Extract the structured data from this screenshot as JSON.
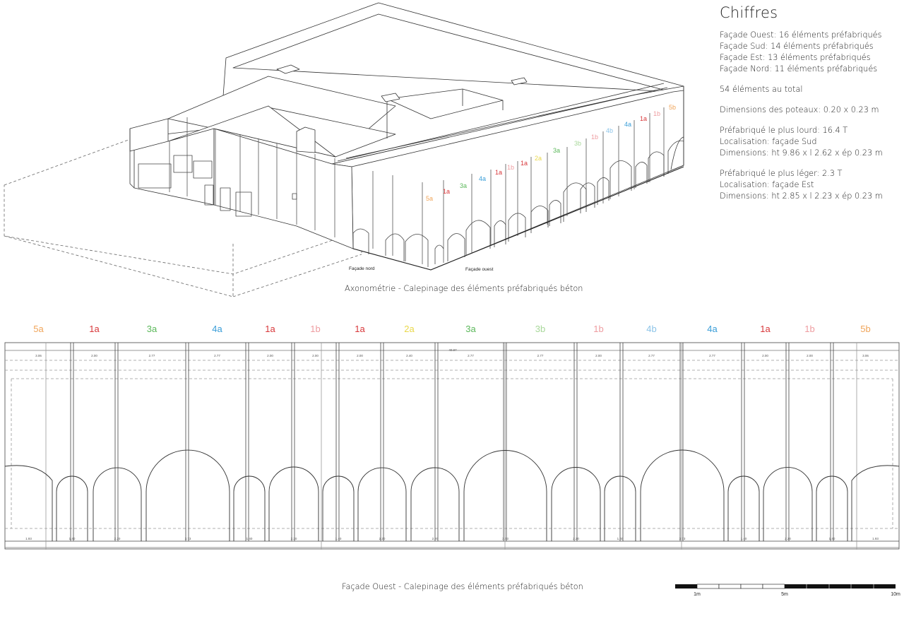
{
  "stats": {
    "title": "Chiffres",
    "groups": [
      [
        "Façade Ouest: 16 éléments préfabriqués",
        "Façade Sud: 14 éléments préfabriqués",
        "Façade Est: 13 éléments préfabriqués",
        "Façade Nord: 11 éléments préfabriqués"
      ],
      [
        "54 éléments au total"
      ],
      [
        "Dimensions des poteaux: 0.20 x 0.23 m"
      ],
      [
        "Préfabriqué le plus lourd: 16.4 T",
        "Localisation: façade Sud",
        "Dimensions: ht 9.86 x l 2.62 x ép 0.23 m"
      ],
      [
        "Préfabriqué le plus léger: 2.3 T",
        "Localisation: façade Est",
        "Dimensions: ht 2.85 x l 2.23 x ép 0.23 m"
      ]
    ]
  },
  "axonometry": {
    "caption": "Axonométrie - Calepinage des éléments préfabriqués béton",
    "label_facade_nord": "Façade nord",
    "label_facade_ouest": "Façade ouest",
    "element_labels": [
      "5a",
      "1a",
      "3a",
      "4a",
      "1a",
      "1b",
      "1a",
      "2a",
      "3a",
      "3b",
      "1b",
      "4b",
      "4a",
      "1a",
      "1b",
      "5b"
    ]
  },
  "facade": {
    "caption": "Façade Ouest - Calepinage des éléments préfabriqués béton",
    "element_labels": [
      "5a",
      "1a",
      "3a",
      "4a",
      "1a",
      "1b",
      "1a",
      "2a",
      "3a",
      "3b",
      "1b",
      "4b",
      "4a",
      "1a",
      "1b",
      "5b"
    ],
    "top_dimensions": [
      "3.06",
      "2.00",
      "2.77",
      "2.77",
      "2.00",
      "2.00",
      "2.00",
      "2.40",
      "2.77",
      "2.77",
      "2.00",
      "2.77",
      "2.77",
      "2.00",
      "2.00",
      "3.06"
    ],
    "total_dimension": "40.97",
    "bottom_dimensions": [
      "1.93",
      "1.40",
      "2.20",
      "3.73",
      "1.40",
      "2.20",
      "1.40",
      "2.20",
      "2.20",
      "3.73",
      "2.20",
      "1.40",
      "3.73",
      "1.40",
      "2.20",
      "1.40",
      "1.93"
    ]
  },
  "scale_bar": {
    "labels": [
      "1m",
      "5m",
      "10m"
    ]
  },
  "colors": {
    "5a": "#f0a55a",
    "5b": "#f0a55a",
    "1a": "#d8373a",
    "1b": "#ee9ca0",
    "3a": "#5bb85a",
    "3b": "#a8d89a",
    "4a": "#3a9ed8",
    "4b": "#8cc4e8",
    "2a": "#e9d84a"
  }
}
